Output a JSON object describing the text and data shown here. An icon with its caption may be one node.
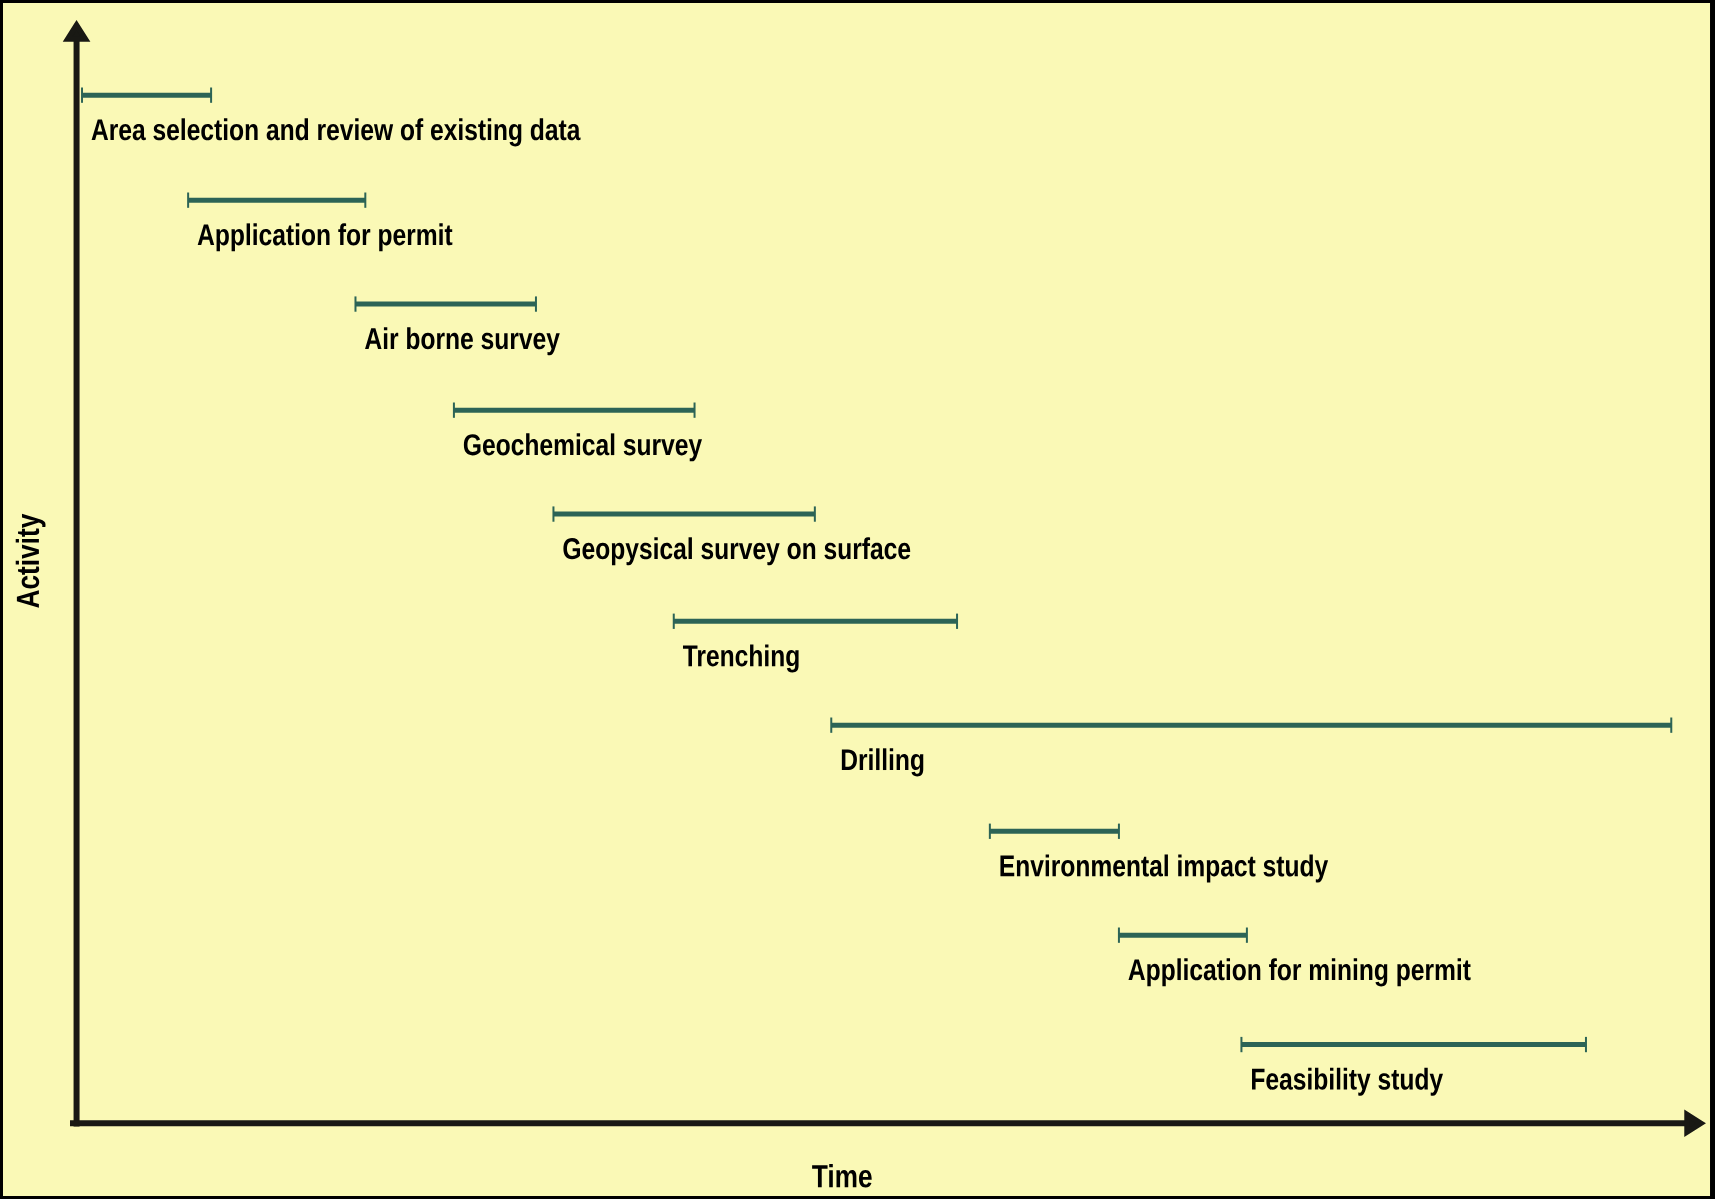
{
  "diagram": {
    "nodes": [
      {
        "text": [
          "Area selection and review of existing data"
        ]
      },
      {
        "text": [
          "Application for permit"
        ]
      },
      {
        "text": [
          "Air borne survey"
        ]
      },
      {
        "text": [
          "Geochemical survey"
        ]
      },
      {
        "text": [
          "Geopysical survey on surface"
        ]
      },
      {
        "text": [
          "Trenching"
        ]
      },
      {
        "text": [
          "Drilling"
        ]
      },
      {
        "text": [
          "Environmental impact study"
        ]
      },
      {
        "text": [
          "Application for mining permit"
        ]
      },
      {
        "text": [
          "Feasibility study"
        ]
      }
    ],
    "labels": [
      "Activity",
      "Time"
    ]
  }
}
